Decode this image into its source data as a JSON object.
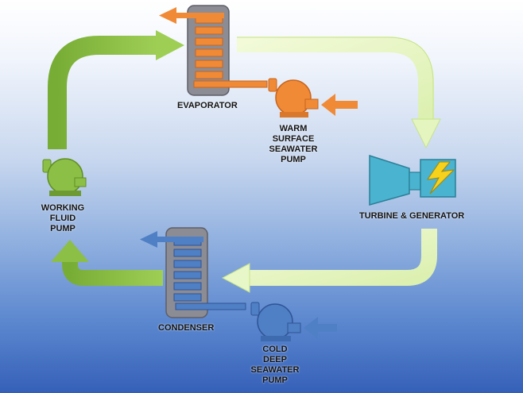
{
  "labels": {
    "evaporator": "EVAPORATOR",
    "warm_pump": [
      "WARM",
      "SURFACE",
      "SEAWATER",
      "PUMP"
    ],
    "turbine": "TURBINE & GENERATOR",
    "working_pump": [
      "WORKING",
      "FLUID",
      "PUMP"
    ],
    "condenser": "CONDENSER",
    "cold_pump": [
      "COLD",
      "DEEP",
      "SEAWATER",
      "PUMP"
    ]
  },
  "colors": {
    "working_fluid": "#8cbf45",
    "vapor": "#e8f6c4",
    "warm_water": "#f08a36",
    "cold_water": "#4f7fc4",
    "heat_exchanger": "#8c8c94",
    "turbine": "#4ab3cf",
    "lightning": "#f6d21c"
  }
}
